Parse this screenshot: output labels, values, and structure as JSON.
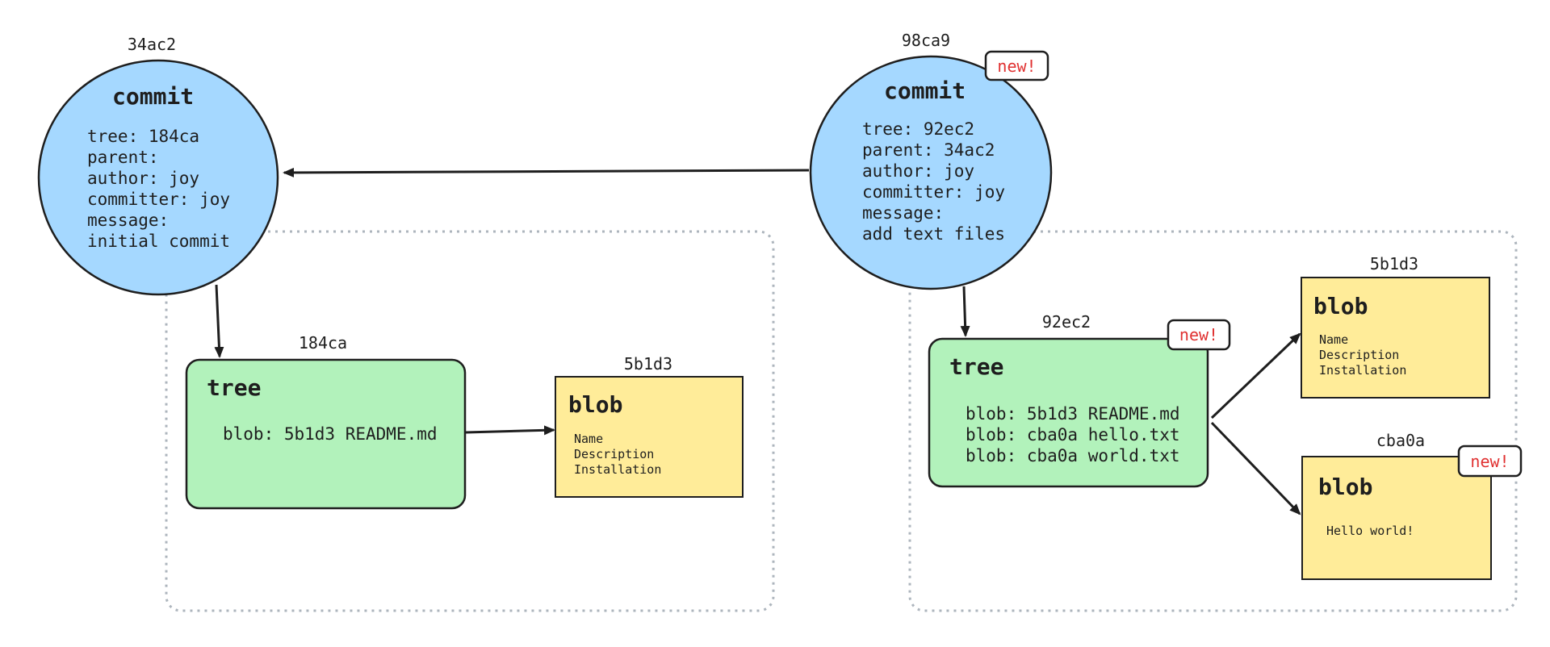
{
  "colors": {
    "commit_fill": "#a5d8ff",
    "tree_fill": "#b2f2bb",
    "blob_fill": "#ffec99",
    "stroke": "#1e1e1e",
    "group_border": "#adb5bd",
    "badge_text": "#e03131"
  },
  "left": {
    "commit": {
      "hash": "34ac2",
      "title": "commit",
      "lines": [
        "tree: 184ca",
        "parent:",
        "author: joy",
        "committer: joy",
        "message:",
        "initial commit"
      ]
    },
    "tree": {
      "hash": "184ca",
      "title": "tree",
      "lines": [
        "blob: 5b1d3 README.md"
      ]
    },
    "blob": {
      "hash": "5b1d3",
      "title": "blob",
      "lines": [
        "Name",
        "Description",
        "Installation"
      ]
    }
  },
  "right": {
    "commit": {
      "hash": "98ca9",
      "title": "commit",
      "badge": "new!",
      "lines": [
        "tree: 92ec2",
        "parent: 34ac2",
        "author: joy",
        "committer: joy",
        "message:",
        "add text files"
      ]
    },
    "tree": {
      "hash": "92ec2",
      "title": "tree",
      "badge": "new!",
      "lines": [
        "blob: 5b1d3 README.md",
        "blob: cba0a hello.txt",
        "blob: cba0a world.txt"
      ]
    },
    "blob_readme": {
      "hash": "5b1d3",
      "title": "blob",
      "lines": [
        "Name",
        "Description",
        "Installation"
      ]
    },
    "blob_hello": {
      "hash": "cba0a",
      "title": "blob",
      "badge": "new!",
      "lines": [
        "Hello world!"
      ]
    }
  }
}
